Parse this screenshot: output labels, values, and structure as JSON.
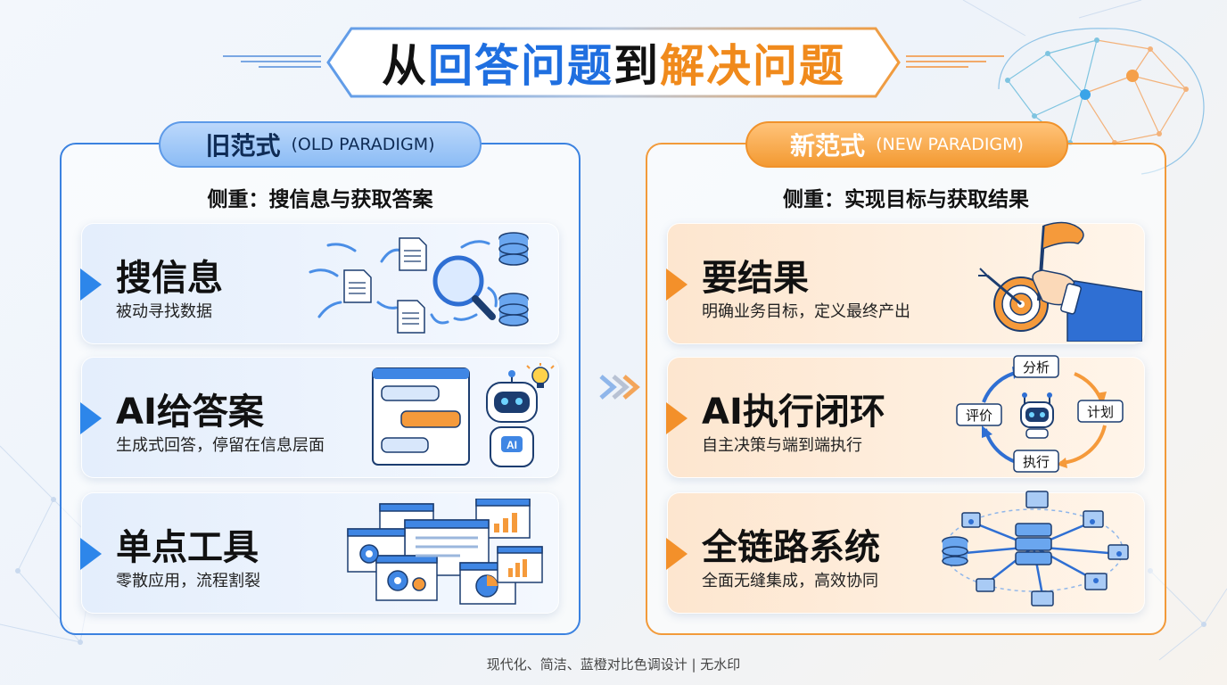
{
  "title": {
    "part1": "从",
    "part2": "回答问题",
    "part3": "到",
    "part4": "解决问题"
  },
  "colors": {
    "blue": "#1f6fe0",
    "orange": "#f08a1c",
    "old_border": "#3b82e0",
    "new_border": "#f29a3a"
  },
  "old_paradigm": {
    "label": "旧范式",
    "label_en": "(OLD PARADIGM)",
    "focus": "侧重：搜信息与获取答案",
    "cards": [
      {
        "title": "搜信息",
        "desc": "被动寻找数据",
        "icon": "search-documents-database-icon"
      },
      {
        "title": "AI给答案",
        "desc": "生成式回答，停留在信息层面",
        "icon": "chat-robot-icon"
      },
      {
        "title": "单点工具",
        "desc": "零散应用，流程割裂",
        "icon": "scattered-app-windows-icon"
      }
    ]
  },
  "new_paradigm": {
    "label": "新范式",
    "label_en": "(NEW PARADIGM)",
    "focus": "侧重：实现目标与获取结果",
    "cards": [
      {
        "title": "要结果",
        "desc": "明确业务目标，定义最终产出",
        "icon": "target-flag-icon"
      },
      {
        "title": "AI执行闭环",
        "desc": "自主决策与端到端执行",
        "icon": "closed-loop-robot-icon"
      },
      {
        "title": "全链路系统",
        "desc": "全面无缝集成，高效协同",
        "icon": "connected-servers-icon"
      }
    ],
    "loop": {
      "top": "分析",
      "right": "计划",
      "bottom": "执行",
      "left": "评价"
    }
  },
  "illus_text": {
    "ai_badge": "AI"
  },
  "footer": "现代化、简洁、蓝橙对比色调设计 | 无水印"
}
